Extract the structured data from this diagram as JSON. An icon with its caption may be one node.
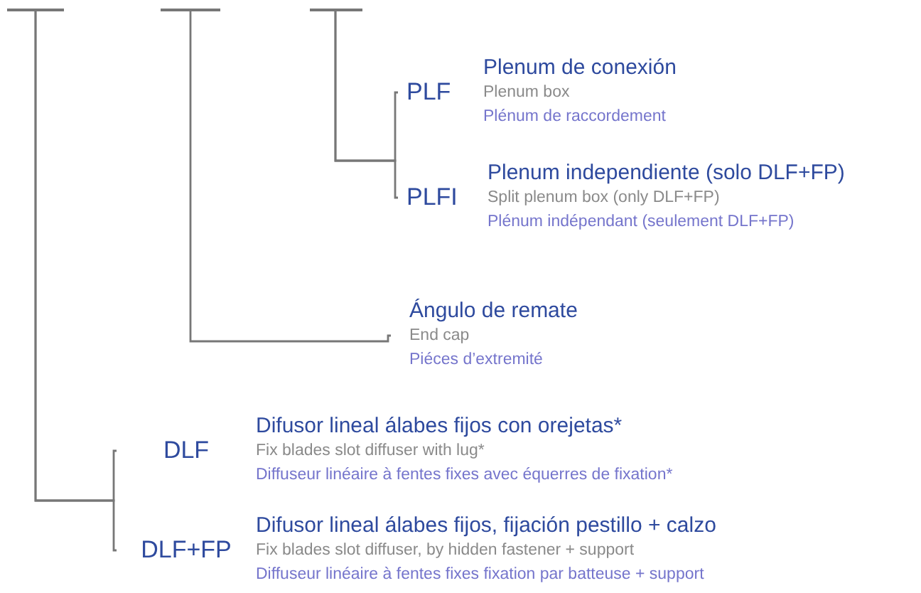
{
  "diagram": {
    "nodes": [
      {
        "text": [],
        "shape": "bar"
      },
      {
        "text": [],
        "shape": "bar"
      },
      {
        "text": [],
        "shape": "bar"
      },
      {
        "text": [
          "PLF",
          "Plenum de conexión",
          "Plenum box",
          "Plénum de raccordement"
        ]
      },
      {
        "text": [
          "PLFI",
          "Plenum independiente (solo DLF+FP)",
          "Split plenum box (only DLF+FP)",
          "Plénum indépendant (seulement DLF+FP)"
        ]
      },
      {
        "text": [
          "Ángulo de remate",
          "End cap",
          "Piéces d’extremité"
        ]
      },
      {
        "text": [
          "DLF",
          "Difusor lineal álabes fijos con orejetas*",
          "Fix blades slot diffuser with lug*",
          "Diffuseur linéaire à fentes fixes avec équerres de fixation*"
        ]
      },
      {
        "text": [
          "DLF+FP",
          "Difusor lineal álabes fijos, fijación pestillo + calzo",
          "Fix blades slot diffuser, by hidden fastener + support",
          "Diffuseur linéaire à fentes fixes fixation par batteuse + support"
        ]
      }
    ],
    "edges": [
      {
        "from": 2,
        "to": 3,
        "arrow": "none"
      },
      {
        "from": 2,
        "to": 4,
        "arrow": "none"
      },
      {
        "from": 1,
        "to": 5,
        "arrow": "none"
      },
      {
        "from": 0,
        "to": 6,
        "arrow": "none"
      },
      {
        "from": 0,
        "to": 7,
        "arrow": "none"
      }
    ]
  }
}
